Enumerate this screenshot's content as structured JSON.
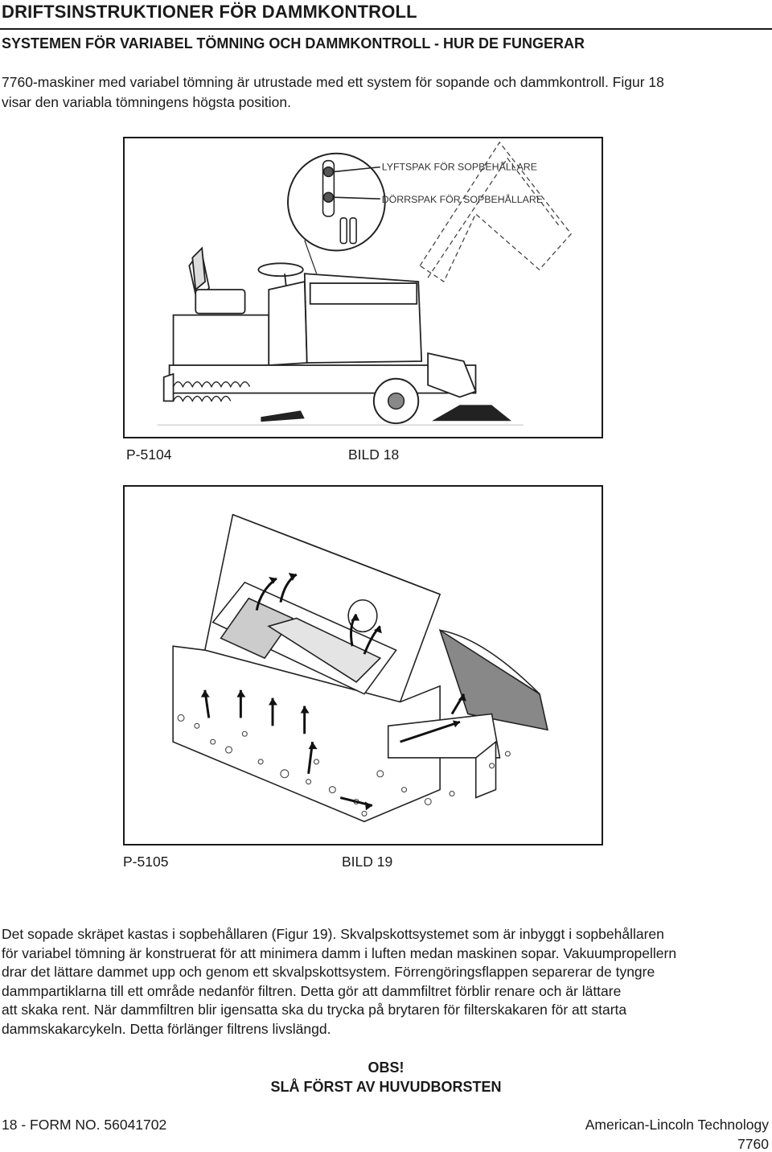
{
  "header": {
    "title": "DRIFTSINSTRUKTIONER FÖR DAMMKONTROLL",
    "subtitle": "SYSTEMEN FÖR VARIABEL TÖMNING OCH DAMMKONTROLL - HUR DE FUNGERAR"
  },
  "intro": {
    "line1": "7760-maskiner med variabel tömning är utrustade med ett system för sopande och dammkontroll. Figur 18",
    "line2": "visar den variabla tömningens högsta position."
  },
  "figure18": {
    "callout_lift": "LYFTSPAK FÖR SOPBEHÅLLARE",
    "callout_door": "DÖRRSPAK FÖR SOPBEHÅLLARE",
    "part_number": "P-5104",
    "caption": "BILD 18"
  },
  "figure19": {
    "part_number": "P-5105",
    "caption": "BILD 19"
  },
  "body": {
    "lines": [
      "Det sopade skräpet kastas i sopbehållaren (Figur 19). Skvalpskottsystemet som är inbyggt i sopbehållaren",
      "för variabel tömning är konstruerat för att minimera damm i luften medan maskinen sopar. Vakuumpropellern",
      "drar det lättare dammet upp och genom ett skvalpskottsystem. Förrengöringsflappen separerar de tyngre",
      "dammpartiklarna till ett område nedanför filtren. Detta gör att dammfiltret förblir renare och är lättare",
      "att skaka rent. När dammfiltren blir igensatta ska du trycka på brytaren för filterskakaren för att starta",
      "dammskakarcykeln. Detta förlänger filtrens livslängd."
    ]
  },
  "notice": {
    "label": "OBS!",
    "text": "SLÅ FÖRST AV HUVUDBORSTEN"
  },
  "footer": {
    "left": "18 - FORM NO. 56041702",
    "right": "American-Lincoln Technology",
    "model": "7760"
  }
}
